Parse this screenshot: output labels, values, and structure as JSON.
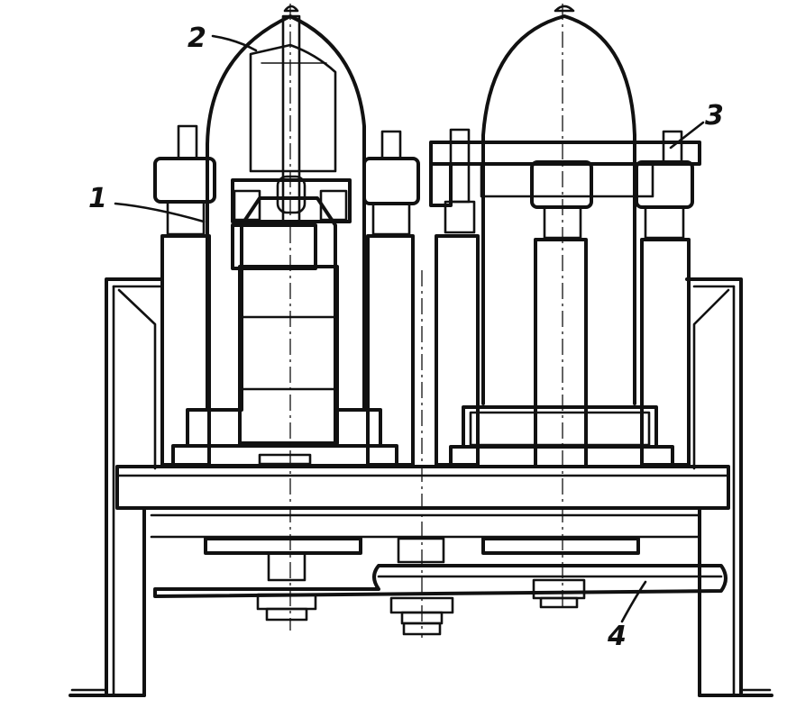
{
  "callouts": [
    {
      "id": "1",
      "text": "1"
    },
    {
      "id": "2",
      "text": "2"
    },
    {
      "id": "3",
      "text": "3"
    },
    {
      "id": "4",
      "text": "4"
    }
  ],
  "colors": {
    "ink": "#111111",
    "paper": "#ffffff"
  }
}
